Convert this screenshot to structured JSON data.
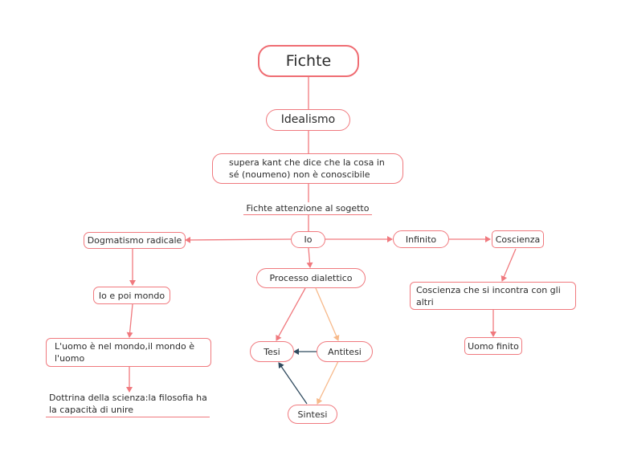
{
  "root": "Fichte",
  "idealismo": "Idealismo",
  "kant": "supera kant che dice che la cosa in sé (noumeno) non è conoscibile",
  "attenzione": "Fichte attenzione al sogetto",
  "io": "Io",
  "dogmatismo": "Dogmatismo radicale",
  "io_mondo": "Io e poi mondo",
  "uomo_mondo": "L'uomo è nel mondo,il mondo è l'uomo",
  "dottrina": "Dottrina della scienza:la filosofia ha la capacità di unire",
  "processo": "Processo dialettico",
  "tesi": "Tesi",
  "antitesi": "Antitesi",
  "sintesi": "Sintesi",
  "infinito": "Infinito",
  "coscienza": "Coscienza",
  "coscienza_altri": "Coscienza che si incontra con gli altri",
  "uomo_finito": "Uomo finito",
  "colors": {
    "accent": "#f0797e",
    "orange_link": "#f7b98a",
    "dark_link": "#2f4a5e"
  }
}
